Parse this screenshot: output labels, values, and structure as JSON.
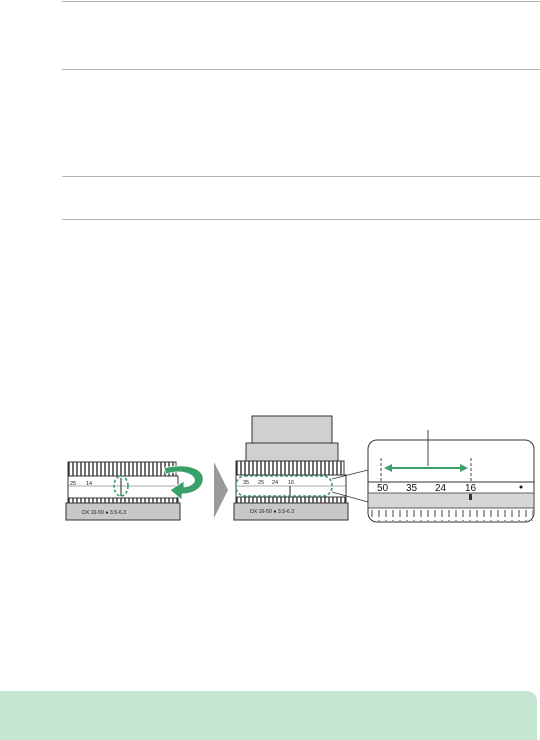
{
  "figure": {
    "lens_left": {
      "scale_labels": [
        "25",
        "14"
      ],
      "model_label": "DX 16-50 ● 3.5-6.3"
    },
    "lens_middle": {
      "scale_labels": [
        "35",
        "25",
        "24",
        "16"
      ],
      "model_label": "DX 16-50 ● 3.5-6.3"
    },
    "zoom_detail": {
      "scale_labels": [
        "50",
        "35",
        "24",
        "16"
      ]
    },
    "colors": {
      "accent_green": "#3aa06a",
      "bar_green": "#c5e6d2",
      "rule_gray": "#b3b3b3"
    },
    "icons": [
      "rotate-arrow-icon",
      "next-arrow-icon",
      "range-arrow-icon"
    ]
  }
}
